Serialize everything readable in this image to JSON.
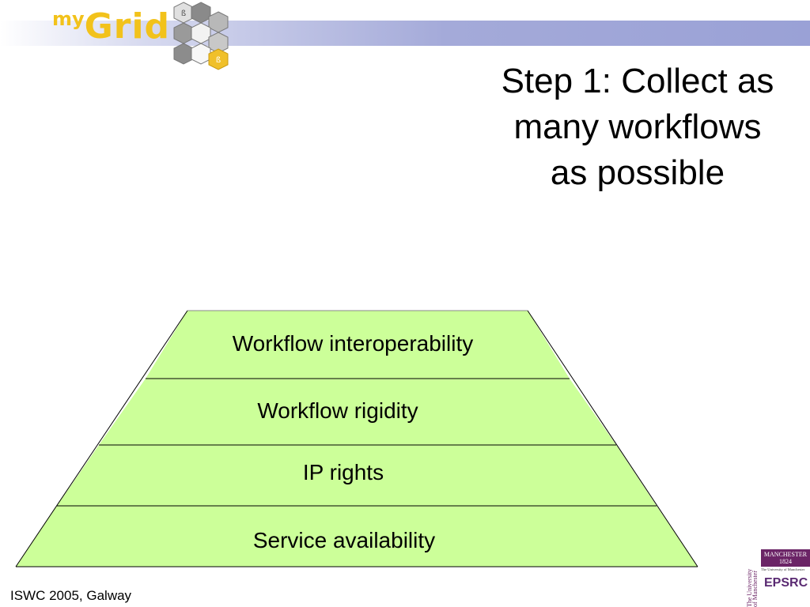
{
  "logo": {
    "prefix": "my",
    "name": "Grid"
  },
  "title": {
    "line1": "Step 1: Collect as",
    "line2": "many workflows",
    "line3": "as possible"
  },
  "pyramid": {
    "fill": "#ccff99",
    "stroke": "#000000",
    "tiers": [
      "Workflow interoperability",
      "Workflow rigidity",
      "IP rights",
      "Service availability"
    ]
  },
  "footer": {
    "text": "ISWC 2005, Galway"
  },
  "sponsors": {
    "university_vertical": "The University of Manchester",
    "manchester_name": "MANCHESTER",
    "manchester_year": "1824",
    "manchester_sub": "The University of Manchester",
    "epsrc": "EPSRC"
  }
}
